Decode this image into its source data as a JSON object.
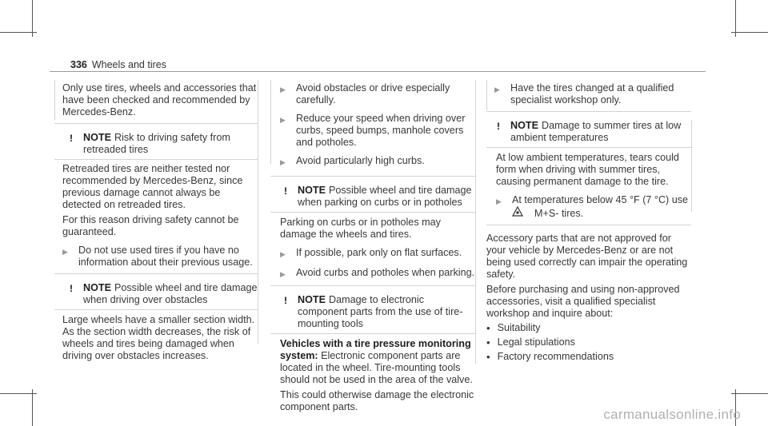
{
  "header": {
    "page_number": "336",
    "section_title": "Wheels and tires"
  },
  "col1": {
    "intro": "Only use tires, wheels and accessories that have been checked and recommended by Mercedes-Benz.",
    "note1": {
      "label": "NOTE",
      "title": "Risk to driving safety from retreaded tires",
      "p1": "Retreaded tires are neither tested nor recommended by Mercedes-Benz, since previous damage cannot always be detected on retreaded tires.",
      "p2": "For this reason driving safety cannot be guaranteed.",
      "step1": "Do not use used tires if you have no information about their previous usage."
    },
    "note2": {
      "label": "NOTE",
      "title": "Possible wheel and tire damage when driving over obstacles",
      "p1": "Large wheels have a smaller section width. As the section width decreases, the risk of wheels and tires being damaged when driving over obstacles increases."
    }
  },
  "col2": {
    "steps_top": [
      "Avoid obstacles or drive especially carefully.",
      "Reduce your speed when driving over curbs, speed bumps, manhole covers and potholes.",
      "Avoid particularly high curbs."
    ],
    "note3": {
      "label": "NOTE",
      "title": "Possible wheel and tire damage when parking on curbs or in potholes",
      "p1": "Parking on curbs or in potholes may damage the wheels and tires.",
      "steps": [
        "If possible, park only on flat surfaces.",
        "Avoid curbs and potholes when parking."
      ]
    },
    "note4": {
      "label": "NOTE",
      "title": "Damage to electronic component parts from the use of tire-mounting tools",
      "bold_lead": "Vehicles with a tire pressure monitoring system:",
      "p1": "Electronic component parts are located in the wheel. Tire-mounting tools should not be used in the area of the valve.",
      "p2": "This could otherwise damage the electronic component parts."
    }
  },
  "col3": {
    "step_top": "Have the tires changed at a qualified specialist workshop only.",
    "note5": {
      "label": "NOTE",
      "title": "Damage to summer tires at low ambient temperatures",
      "p1": "At low ambient temperatures, tears could form when driving with summer tires, causing permanent damage to the tire.",
      "step1": "At temperatures below 45 °F (7 °C) use",
      "step1_cont": "M+S- tires."
    },
    "p1": "Accessory parts that are not approved for your vehicle by Mercedes-Benz or are not being used correctly can impair the operating safety.",
    "p2": "Before purchasing and using non-approved accessories, visit a qualified specialist workshop and inquire about:",
    "bullets": [
      "Suitability",
      "Legal stipulations",
      "Factory recommendations"
    ]
  },
  "watermark": "carmanualsonline.info"
}
